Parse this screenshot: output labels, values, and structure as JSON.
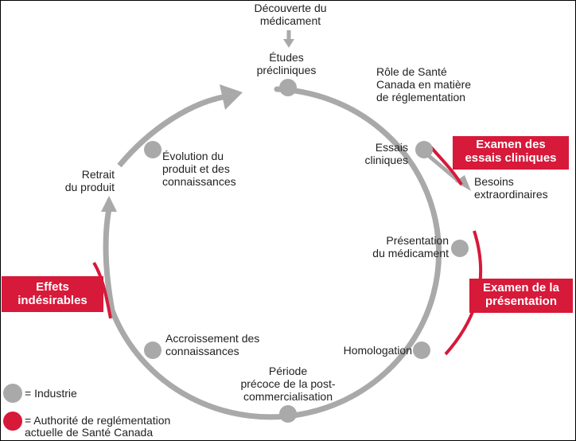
{
  "colors": {
    "industry": "#a9a9a9",
    "regulator": "#d7193a",
    "text": "#222222"
  },
  "labels": {
    "decouverte": "Découverte du\nmédicament",
    "etudes": "Études\nprécliniques",
    "role": "Rôle de Santé\nCanada en matière\nde réglementation",
    "essais": "Essais\ncliniques",
    "besoins": "Besoins\nextraordinaires",
    "presentation_med": "Présentation\ndu médicament",
    "homologation": "Homologation",
    "periode": "Période\nprécoce de la post-\ncommercialisation",
    "accroissement": "Accroissement des\nconnaissances",
    "evolution": "Évolution du\nproduit et des\nconnaissances",
    "retrait": "Retrait\ndu produit"
  },
  "boxes": {
    "examen_essais": "Examen des\nessais cliniques",
    "examen_presentation": "Examen de la\nprésentation",
    "effets": "Effets\nindésirables"
  },
  "legend": {
    "industrie": "= Industrie",
    "autorite": "= Authorité de reglémentation\nactuelle de Santé Canada"
  }
}
